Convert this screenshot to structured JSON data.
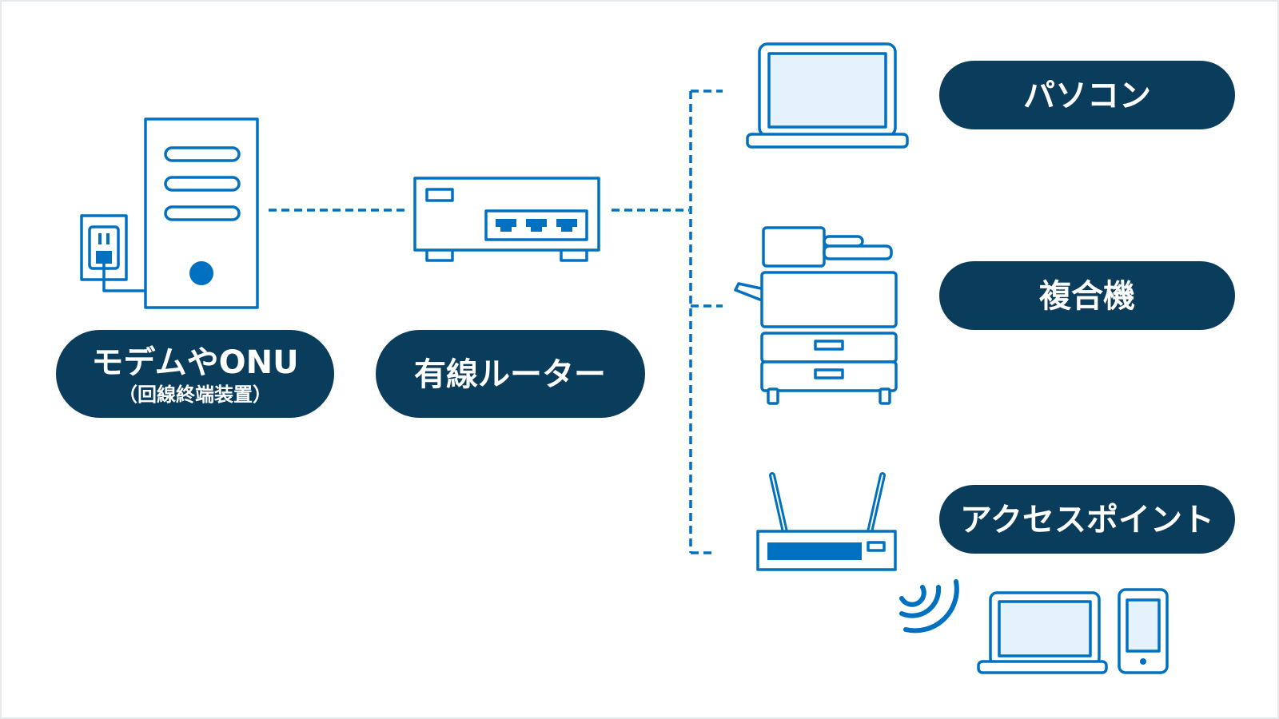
{
  "labels": {
    "modem_line1": "モデムやONU",
    "modem_line2": "（回線終端装置）",
    "router": "有線ルーター",
    "pc": "パソコン",
    "mfp": "複合機",
    "access_point": "アクセスポイント"
  },
  "colors": {
    "icon_stroke": "#0070C0",
    "icon_fill_light": "#E4F2FB",
    "label_background": "#0A3D5C",
    "label_text": "#FFFFFF"
  },
  "icons": [
    "wall-outlet-icon",
    "modem-tower-icon",
    "router-icon",
    "laptop-icon",
    "printer-icon",
    "wifi-access-point-icon",
    "wifi-waves-icon",
    "smartphone-icon"
  ]
}
